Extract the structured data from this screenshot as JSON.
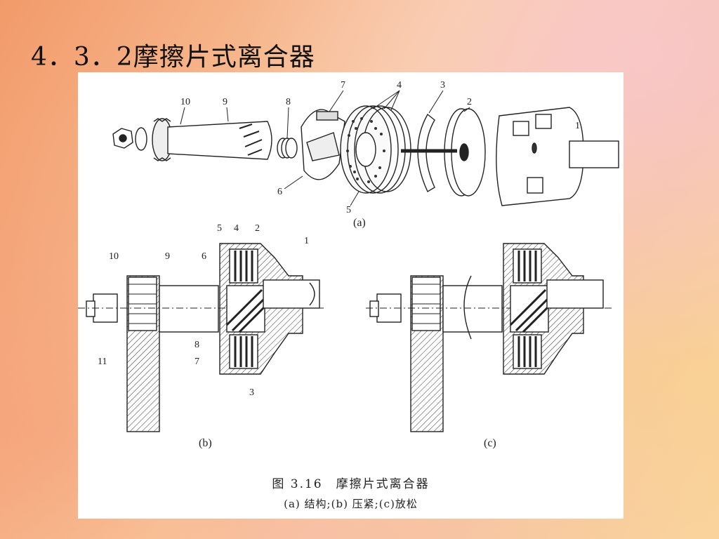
{
  "slide": {
    "title": "4．3．2摩擦片式离合器"
  },
  "figure": {
    "caption_title": "图 3.16　摩擦片式离合器",
    "caption_subtitle": "(a) 结构;(b) 压紧;(c)放松",
    "panel_labels": {
      "a": "(a)",
      "b": "(b)",
      "c": "(c)"
    },
    "part_numbers_a": [
      "10",
      "9",
      "8",
      "7",
      "4",
      "3",
      "2",
      "1",
      "6",
      "5"
    ],
    "part_numbers_b": [
      "5",
      "4",
      "2",
      "1",
      "10",
      "9",
      "6",
      "8",
      "7",
      "11",
      "3"
    ]
  }
}
